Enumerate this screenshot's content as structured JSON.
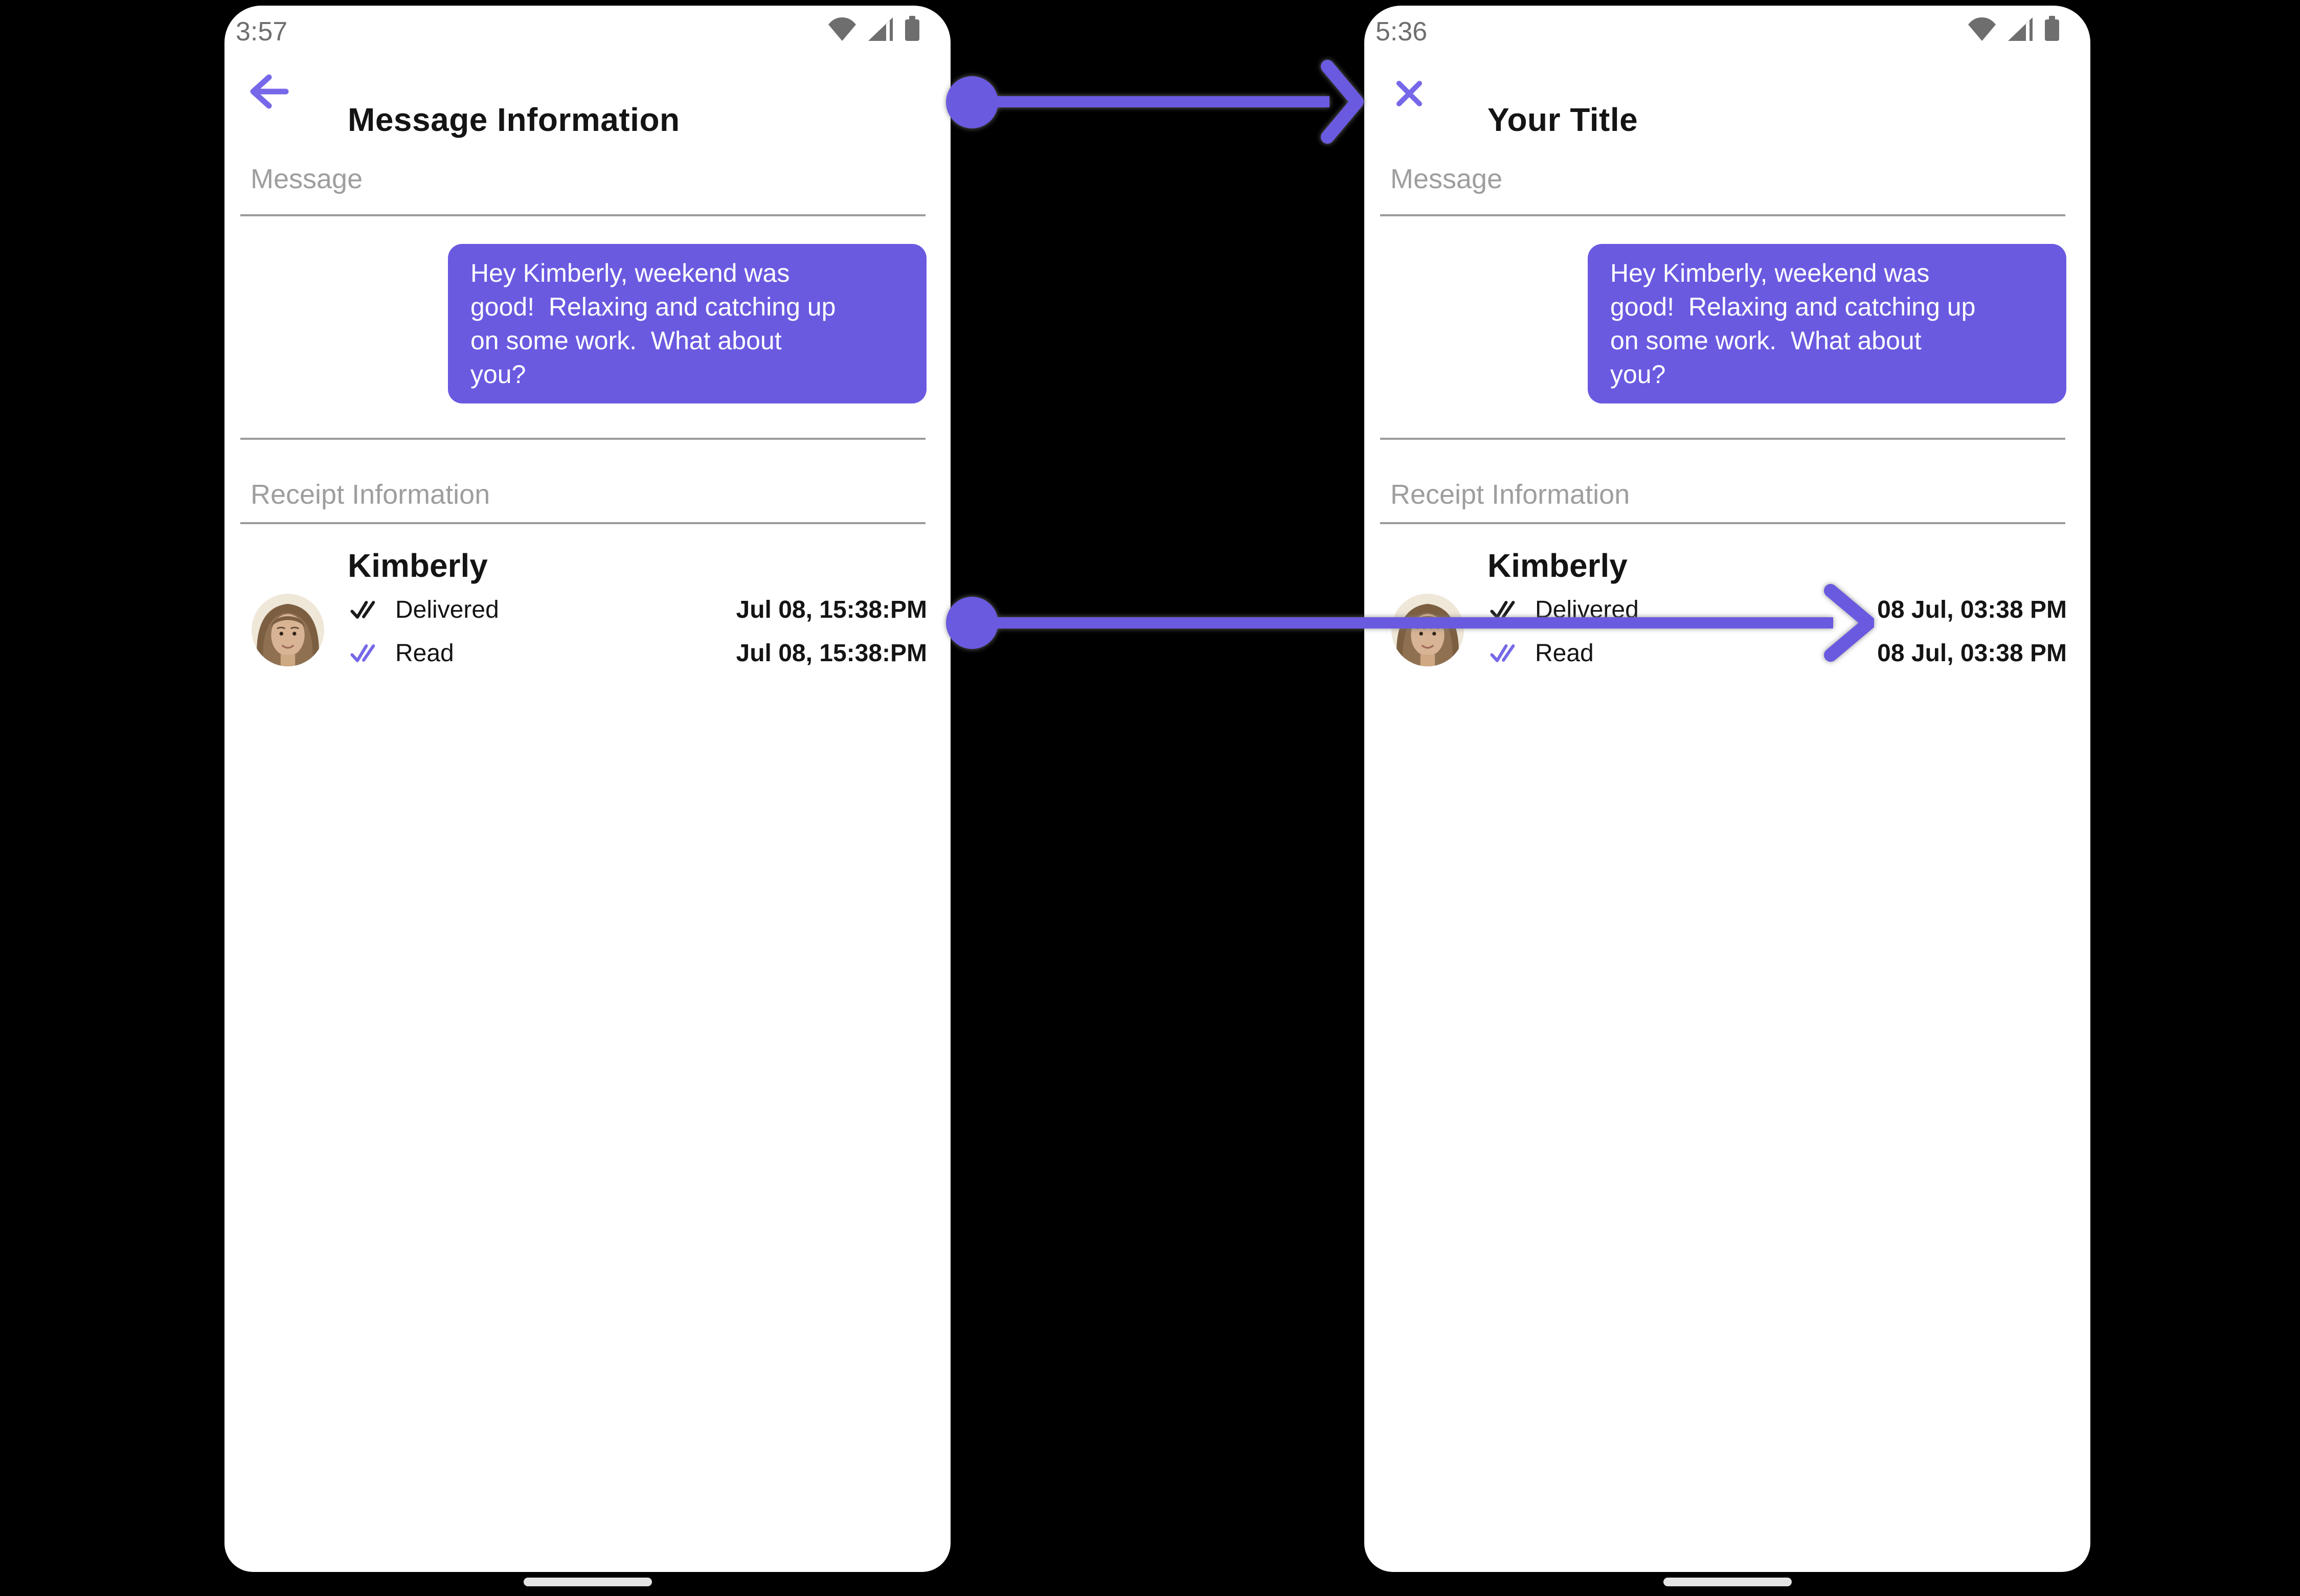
{
  "theme": {
    "canvas-bg": "#000000",
    "phone-bg": "#ffffff",
    "accent": "#6a5ae0",
    "icon-accent": "#7668e8",
    "ink": "#141414",
    "muted": "#9e9e9e",
    "divider": "#9b9b9b",
    "status-gray": "#6f6f6f",
    "home-bar": "#e3e3e3"
  },
  "left_phone": {
    "status_bar": {
      "time": "3:57",
      "icons": [
        "wifi-icon",
        "cellular-signal-icon",
        "battery-icon"
      ]
    },
    "header": {
      "nav_icon": "back-arrow-icon",
      "title": "Message Information"
    },
    "message_section": {
      "label": "Message",
      "bubble_text": "Hey Kimberly, weekend was\ngood!  Relaxing and catching up\non some work.  What about\nyou?"
    },
    "receipt_section": {
      "label": "Receipt Information",
      "contact_name": "Kimberly",
      "avatar": "kimberly-photo",
      "rows": [
        {
          "icon": "double-check-icon",
          "status": "Delivered",
          "timestamp": "Jul 08, 15:38:PM"
        },
        {
          "icon": "double-check-icon",
          "status": "Read",
          "timestamp": "Jul 08, 15:38:PM"
        }
      ]
    }
  },
  "right_phone": {
    "status_bar": {
      "time": "5:36",
      "icons": [
        "wifi-icon",
        "cellular-signal-icon",
        "battery-icon"
      ]
    },
    "header": {
      "nav_icon": "close-icon",
      "title": "Your Title"
    },
    "message_section": {
      "label": "Message",
      "bubble_text": "Hey Kimberly, weekend was\ngood!  Relaxing and catching up\non some work.  What about\nyou?"
    },
    "receipt_section": {
      "label": "Receipt Information",
      "contact_name": "Kimberly",
      "avatar": "kimberly-photo",
      "rows": [
        {
          "icon": "double-check-icon",
          "status": "Delivered",
          "timestamp": "08 Jul, 03:38 PM"
        },
        {
          "icon": "double-check-icon",
          "status": "Read",
          "timestamp": "08 Jul, 03:38 PM"
        }
      ]
    }
  },
  "annotations": {
    "arrows": [
      {
        "name": "header-change-arrow",
        "from": "left_phone.header",
        "to": "right_phone.header"
      },
      {
        "name": "timestamp-format-arrow",
        "from": "left_phone.receipt_section",
        "to": "right_phone.receipt_section.rows"
      }
    ]
  }
}
